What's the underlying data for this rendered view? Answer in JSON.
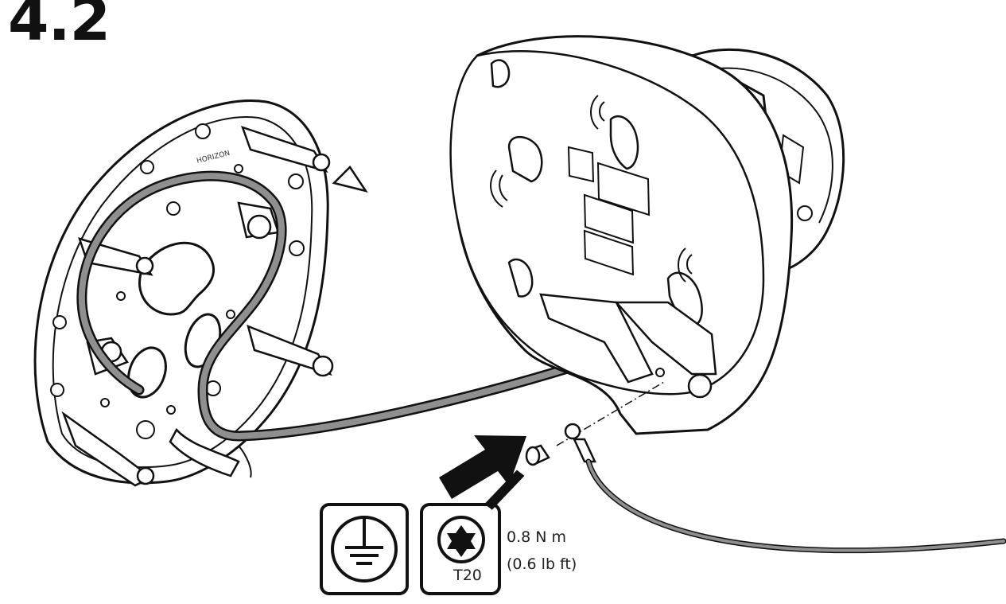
{
  "step": {
    "number": "4.2"
  },
  "mount_plate": {
    "marking": "HORIZON"
  },
  "torque": {
    "metric": "0.8 N m",
    "imperial": "(0.6 lb ft)"
  },
  "tool": {
    "bit_label": "T20",
    "icon": "torx-bit-icon"
  },
  "symbols": {
    "ground": "ground-symbol-icon",
    "arrow": "insert-arrow-icon"
  },
  "colors": {
    "cable": "#8f8f8f",
    "line": "#111111",
    "fill": "#ffffff"
  }
}
